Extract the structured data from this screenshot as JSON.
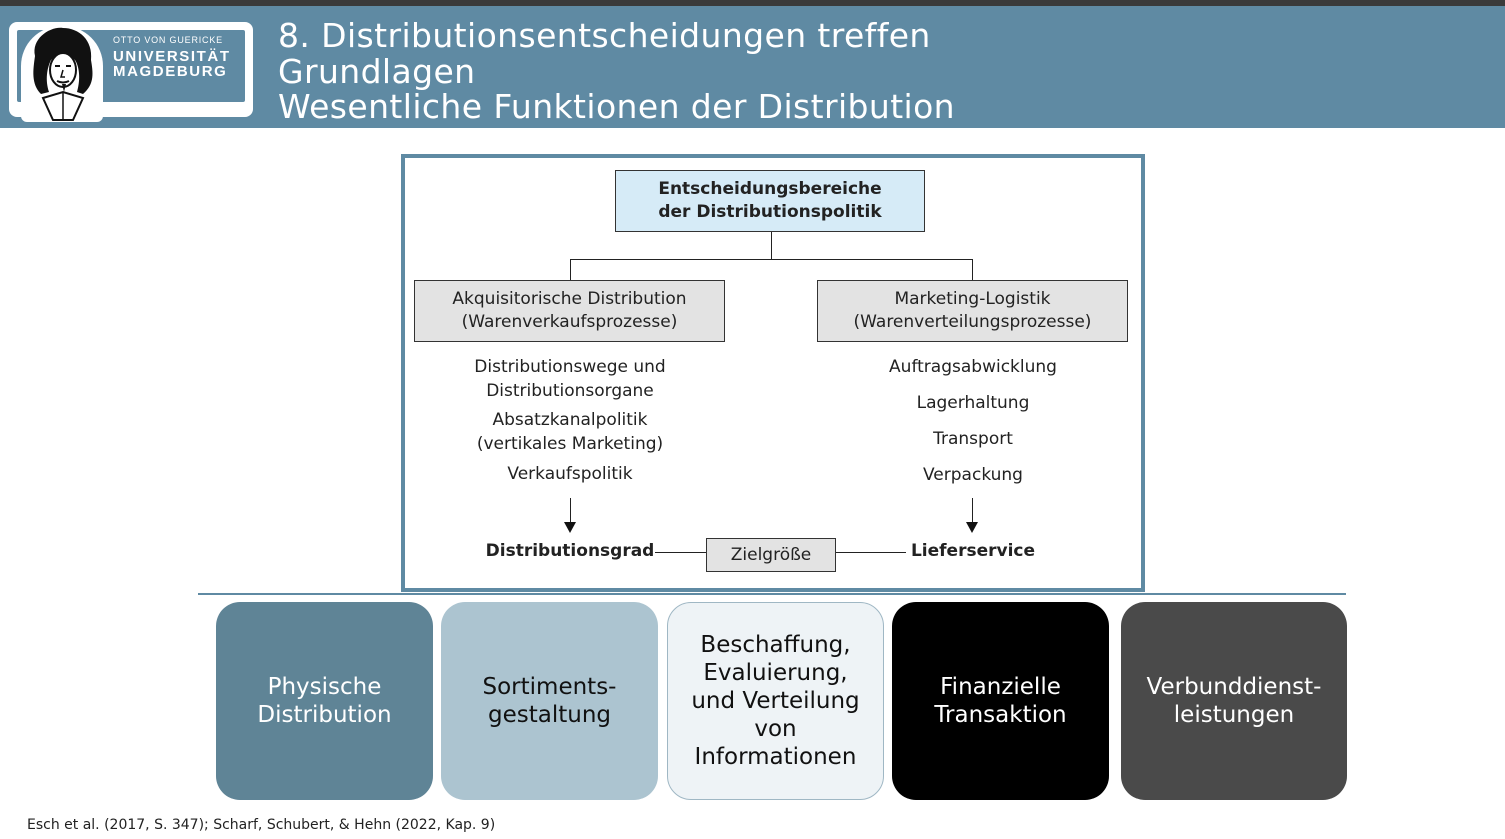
{
  "header": {
    "title_line1": "8. Distributionsentscheidungen treffen",
    "title_line2": "Grundlagen",
    "title_line3": "Wesentliche Funktionen der Distribution"
  },
  "logo": {
    "line_small": "OTTO VON GUERICKE",
    "line1": "UNIVERSITÄT",
    "line2": "MAGDEBURG"
  },
  "diagram": {
    "root": [
      "Entscheidungsbereiche",
      "der Distributionspolitik"
    ],
    "left_box": [
      "Akquisitorische Distribution",
      "(Warenverkaufsprozesse)"
    ],
    "right_box": [
      "Marketing-Logistik",
      "(Warenverteilungsprozesse)"
    ],
    "left_items": [
      "Distributionswege und",
      "Distributionsorgane",
      "Absatzkanalpolitik",
      "(vertikales Marketing)",
      "Verkaufspolitik"
    ],
    "right_items": [
      "Auftragsabwicklung",
      "Lagerhaltung",
      "Transport",
      "Verpackung"
    ],
    "left_goal": "Distributionsgrad",
    "right_goal": "Lieferservice",
    "target_label": "Zielgröße"
  },
  "cards": [
    {
      "lines": [
        "Physische",
        "Distribution"
      ],
      "bg": "#5f8496",
      "fg": "#ffffff"
    },
    {
      "lines": [
        "Sortiments-",
        "gestaltung"
      ],
      "bg": "#acc4d0",
      "fg": "#111111"
    },
    {
      "lines": [
        "Beschaffung,",
        "Evaluierung,",
        "und Verteilung",
        "von",
        "Informationen"
      ],
      "bg": "#eef3f6",
      "fg": "#111111"
    },
    {
      "lines": [
        "Finanzielle",
        "Transaktion"
      ],
      "bg": "#000000",
      "fg": "#ffffff"
    },
    {
      "lines": [
        "Verbunddienst-",
        "leistungen"
      ],
      "bg": "#4a4a4a",
      "fg": "#ffffff"
    }
  ],
  "footnote": "Esch et al. (2017, S. 347); Scharf, Schubert, & Hehn (2022, Kap. 9)",
  "colors": {
    "header_bg": "#5f8aa3",
    "root_box_bg": "#d6ebf7",
    "gray_box_bg": "#e3e3e3"
  }
}
